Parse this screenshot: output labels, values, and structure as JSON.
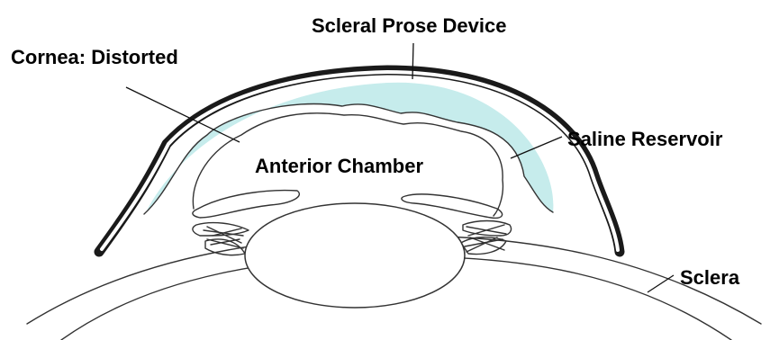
{
  "labels": {
    "device": "Scleral Prose Device",
    "cornea": "Cornea: Distorted",
    "reservoir": "Saline Reservoir",
    "chamber": "Anterior Chamber",
    "sclera": "Sclera"
  },
  "colors": {
    "saline": "#c6ecec",
    "device_outline": "#1a1a1a",
    "tissue_line": "#333333",
    "background": "#ffffff"
  }
}
